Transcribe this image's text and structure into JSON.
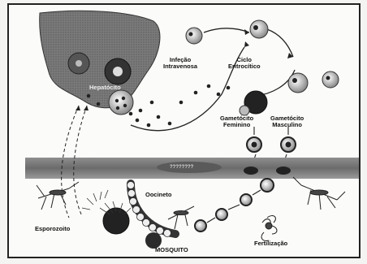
{
  "labels": {
    "hepatocito": "Hepatócito",
    "infeccao_line1": "Infeção",
    "infeccao_line2": "Intravenosa",
    "ciclo_line1": "Ciclo",
    "ciclo_line2": "Eritrocítico",
    "gam_fem_line1": "Gametócito",
    "gam_fem_line2": "Feminino",
    "gam_masc_line1": "Gametócito",
    "gam_masc_line2": "Masculino",
    "tissue": "????????",
    "oocineto": "Oocineto",
    "esporozoito": "Esporozoito",
    "fertilizacao": "Fertilização",
    "mosquito": "MOSQUITO"
  }
}
